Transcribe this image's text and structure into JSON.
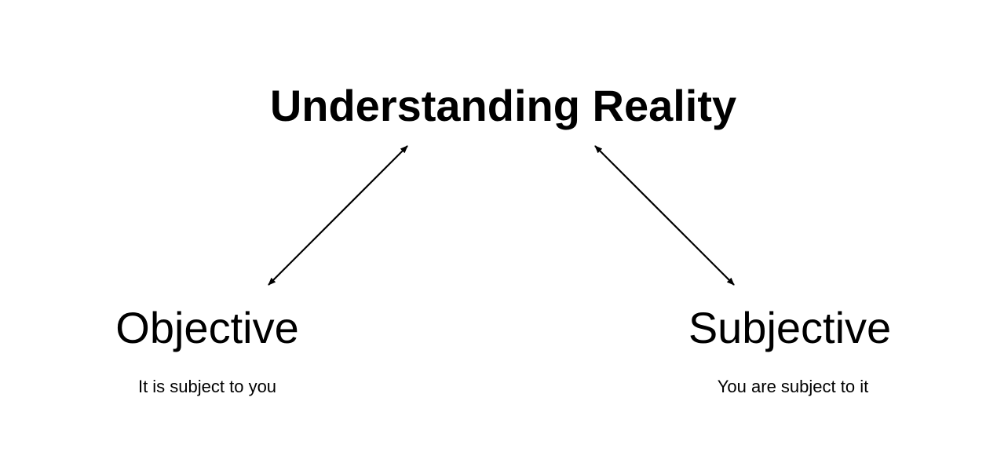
{
  "title": "Understanding Reality",
  "nodes": {
    "objective": {
      "label": "Objective",
      "description": "It is subject to you"
    },
    "subjective": {
      "label": "Subjective",
      "description": "You are subject to it"
    }
  },
  "connectors": [
    {
      "from": "title",
      "to": "objective",
      "type": "bidirectional-arrow"
    },
    {
      "from": "title",
      "to": "subjective",
      "type": "bidirectional-arrow"
    }
  ],
  "colors": {
    "background": "#ffffff",
    "text": "#000000",
    "arrow": "#000000"
  }
}
